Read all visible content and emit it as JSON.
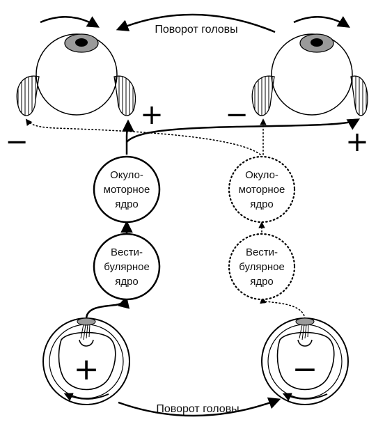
{
  "title_top": "Поворот головы",
  "title_bottom": "Поворот головы",
  "left_chain": {
    "oculomotor": [
      "Окуло-",
      "моторное",
      "ядро"
    ],
    "vestibular": [
      "Вести-",
      "булярное",
      "ядро"
    ]
  },
  "right_chain": {
    "oculomotor": [
      "Окуло-",
      "моторное",
      "ядро"
    ],
    "vestibular": [
      "Вести-",
      "булярное",
      "ядро"
    ]
  },
  "signs": {
    "left_eye_lateral": "−",
    "left_eye_medial": "+",
    "right_eye_medial": "−",
    "right_eye_lateral": "+",
    "left_canal": "+",
    "right_canal": "−"
  }
}
